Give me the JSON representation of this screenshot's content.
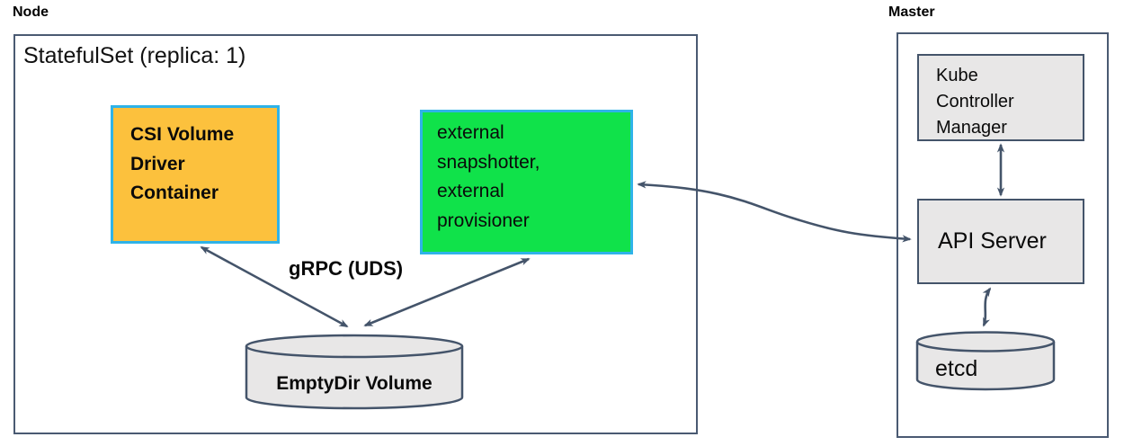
{
  "diagram": {
    "node": {
      "label": "Node",
      "statefulset_title": "StatefulSet (replica: 1)",
      "csi_driver_box": "CSI Volume\nDriver\nContainer",
      "sidecar_box": "external\nsnapshotter,\nexternal\nprovisioner",
      "grpc_label": "gRPC (UDS)",
      "emptydir_label": "EmptyDir Volume"
    },
    "master": {
      "label": "Master",
      "kube_controller_manager_box": "Kube\nController\nManager",
      "api_server_box": "API Server",
      "etcd_label": "etcd"
    },
    "colors": {
      "csi_driver_fill": "#fcc13d",
      "sidecar_fill": "#10e24a",
      "highlight_border": "#2fb3e8",
      "component_fill": "#e8e7e7",
      "line_and_border": "#44546a",
      "background": "#ffffff"
    }
  }
}
